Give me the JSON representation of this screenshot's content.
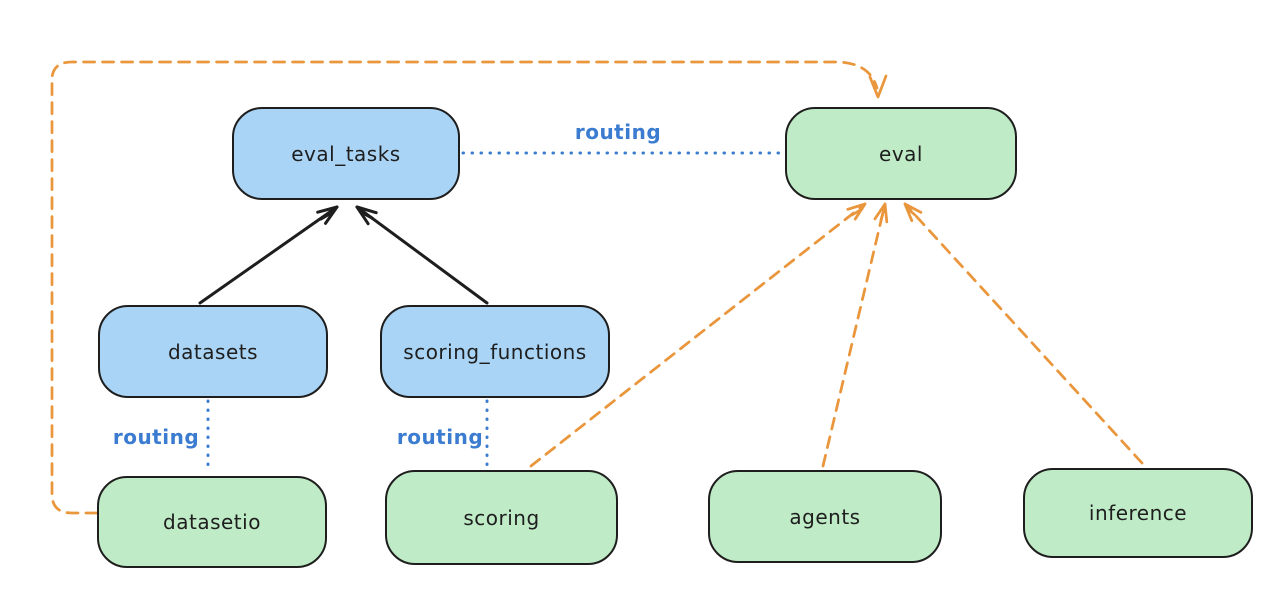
{
  "diagram": {
    "nodes": {
      "eval_tasks": {
        "label": "eval_tasks",
        "fill": "#a9d4f5"
      },
      "eval": {
        "label": "eval",
        "fill": "#bfebc6"
      },
      "datasets": {
        "label": "datasets",
        "fill": "#a9d4f5"
      },
      "scoring_functions": {
        "label": "scoring_functions",
        "fill": "#a9d4f5"
      },
      "datasetio": {
        "label": "datasetio",
        "fill": "#bfebc6"
      },
      "scoring": {
        "label": "scoring",
        "fill": "#bfebc6"
      },
      "agents": {
        "label": "agents",
        "fill": "#bfebc6"
      },
      "inference": {
        "label": "inference",
        "fill": "#bfebc6"
      }
    },
    "edges": [
      {
        "from": "datasets",
        "to": "eval_tasks",
        "style": "solid-black-arrow",
        "label": ""
      },
      {
        "from": "scoring_functions",
        "to": "eval_tasks",
        "style": "solid-black-arrow",
        "label": ""
      },
      {
        "from": "eval_tasks",
        "to": "eval",
        "style": "dotted-blue",
        "label": "routing"
      },
      {
        "from": "datasets",
        "to": "datasetio",
        "style": "dotted-blue",
        "label": "routing"
      },
      {
        "from": "scoring_functions",
        "to": "scoring",
        "style": "dotted-blue",
        "label": "routing"
      },
      {
        "from": "datasetio",
        "to": "eval",
        "style": "dashed-orange-arrow",
        "label": ""
      },
      {
        "from": "scoring",
        "to": "eval",
        "style": "dashed-orange-arrow",
        "label": ""
      },
      {
        "from": "agents",
        "to": "eval",
        "style": "dashed-orange-arrow",
        "label": ""
      },
      {
        "from": "inference",
        "to": "eval",
        "style": "dashed-orange-arrow",
        "label": ""
      }
    ],
    "colors": {
      "box_blue": "#a9d4f5",
      "box_green": "#bfebc6",
      "stroke": "#1e1e1e",
      "routing_blue": "#3b7cd0",
      "orange": "#e9963c",
      "background": "#ffffff"
    }
  }
}
